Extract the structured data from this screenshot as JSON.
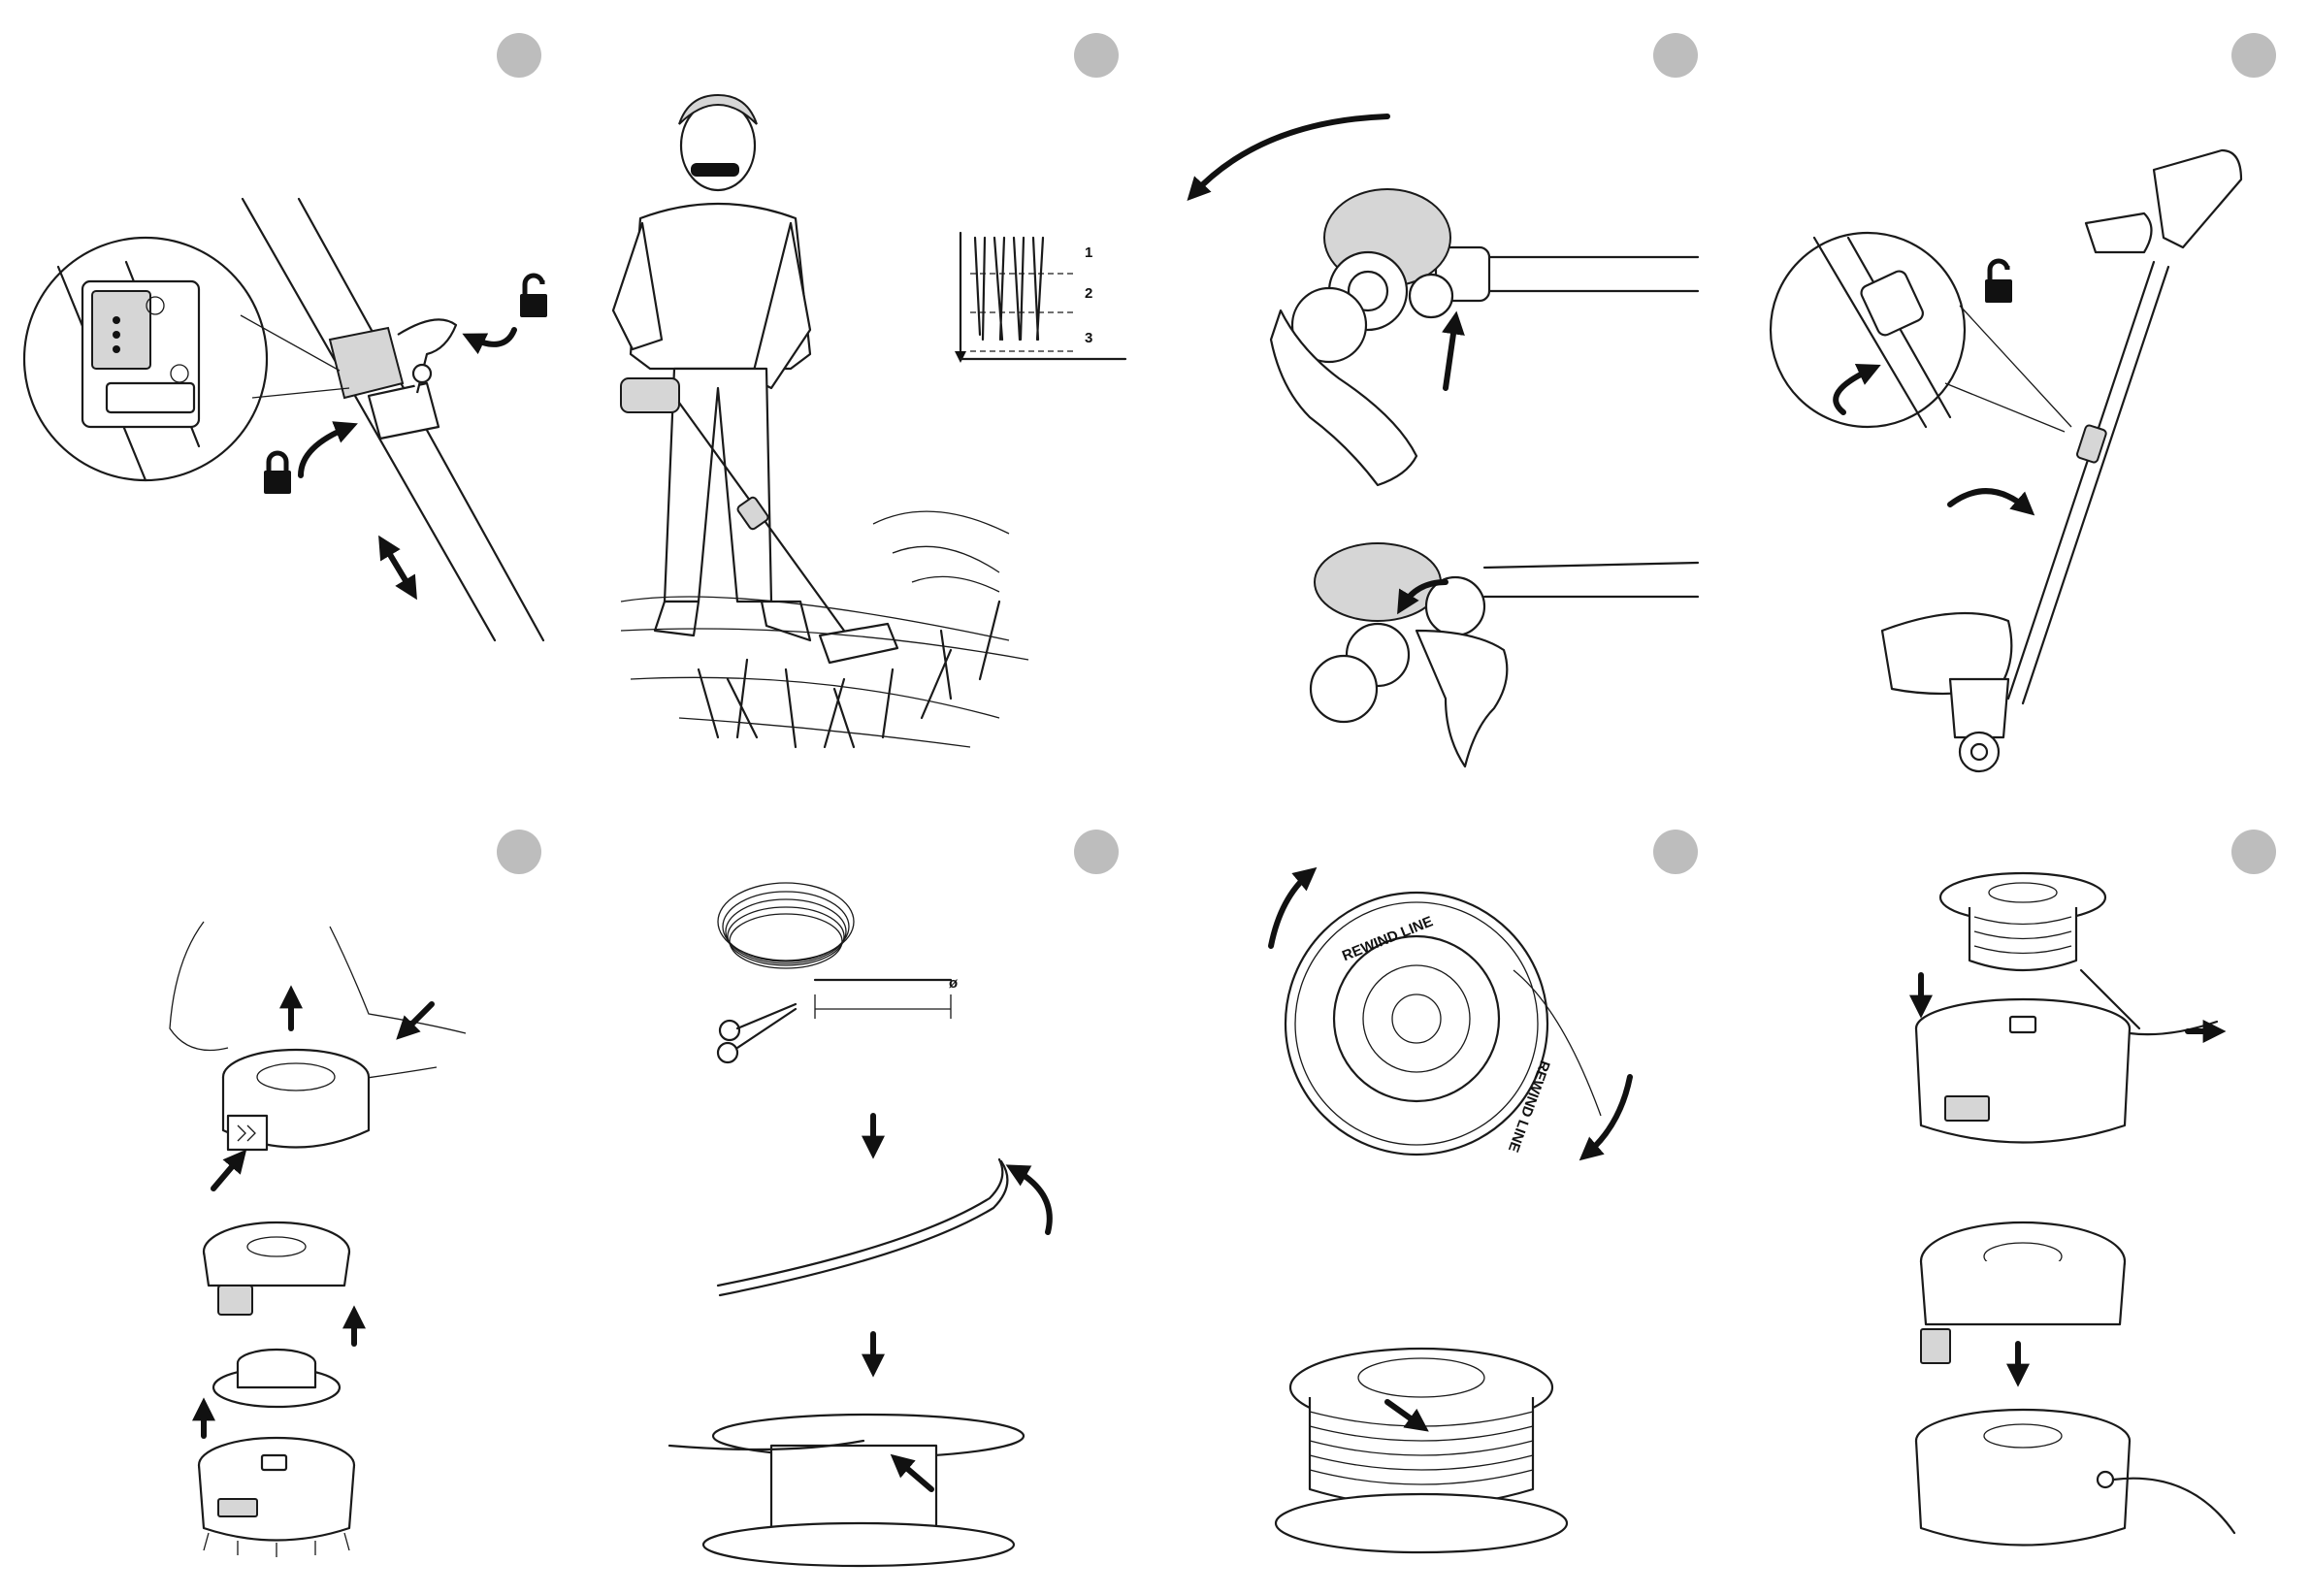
{
  "figure_badges": [
    "",
    "",
    "",
    "",
    "",
    "",
    "",
    ""
  ],
  "height_guide": {
    "levels": [
      "1",
      "2",
      "3"
    ]
  },
  "line_symbol": "ø",
  "spool_labels": [
    "REWIND LINE",
    "REWIND LINE"
  ],
  "colors": {
    "badge": "#bdbdbd",
    "ink": "#111111",
    "fill_grey": "#d6d6d6"
  },
  "icons": [
    "lock-icon",
    "unlock-icon",
    "scissors-icon",
    "rotate-arrow-icon",
    "direction-arrow-icon"
  ]
}
